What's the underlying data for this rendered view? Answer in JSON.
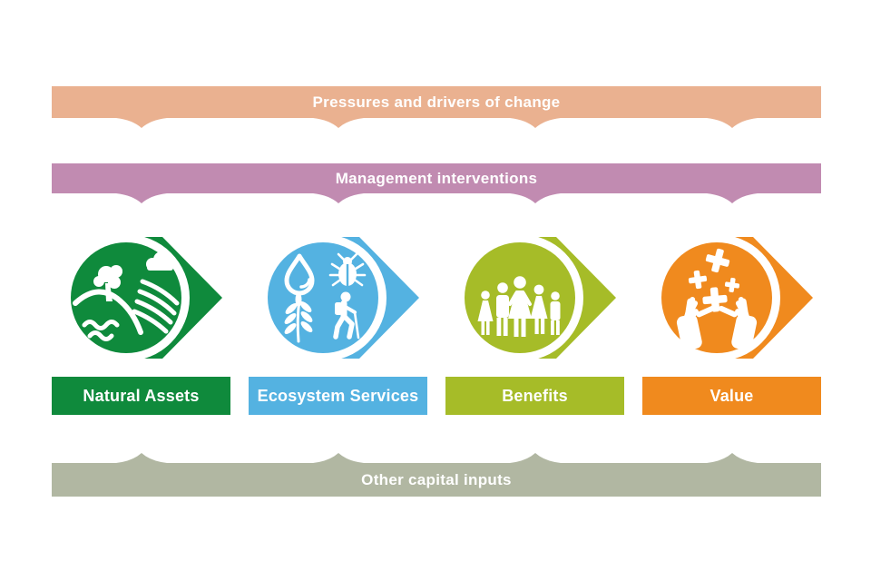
{
  "diagram": {
    "background": "#FFFFFF",
    "text_color": "#FFFFFF",
    "bars": {
      "pressures": {
        "label": "Pressures and drivers of change",
        "color": "#EAB190"
      },
      "management": {
        "label": "Management interventions",
        "color": "#C18BB1"
      },
      "other_capital": {
        "label": "Other capital inputs",
        "color": "#B1B7A2"
      }
    },
    "stages": [
      {
        "label": "Natural Assets",
        "color": "#0F8A3C",
        "icon": "landscape-nature-icon"
      },
      {
        "label": "Ecosystem Services",
        "color": "#54B2E1",
        "icon": "ecosystem-services-icon"
      },
      {
        "label": "Benefits",
        "color": "#A6BC28",
        "icon": "people-group-icon"
      },
      {
        "label": "Value",
        "color": "#F08A1E",
        "icon": "hands-sparkle-icon"
      }
    ]
  }
}
